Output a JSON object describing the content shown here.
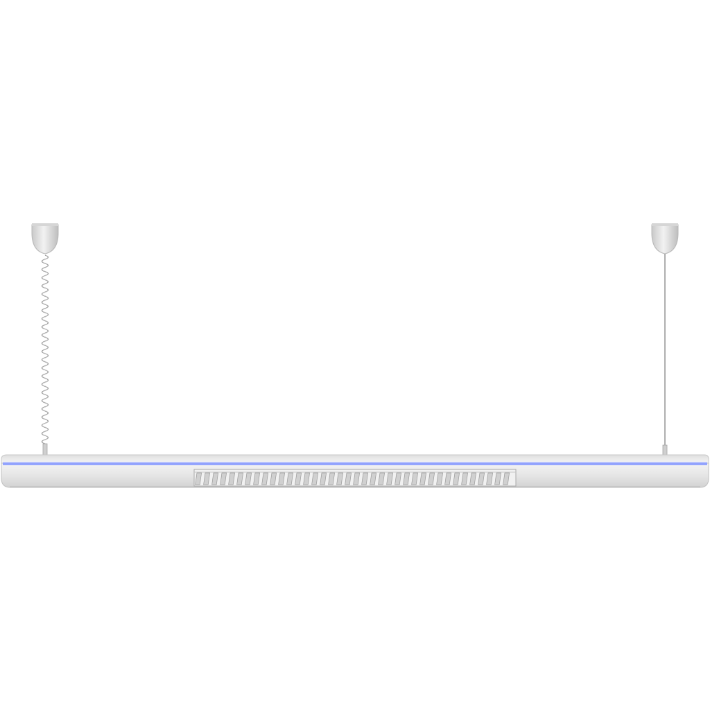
{
  "scene": {
    "subject": "suspended-linear-luminaire",
    "background_color": "#ffffff",
    "colors": {
      "housing": "#e6e6e6",
      "housing_shadow": "#cfcfcf",
      "housing_highlight": "#f7f7f7",
      "accent_strip": "#8a9cff",
      "louver": "#bdbdbd",
      "louver_dark": "#9a9a9a",
      "canopy": "#dcdcdc",
      "cable": "#8c8c8c"
    },
    "suspension": {
      "left": "coiled-cable",
      "right": "straight-cable"
    },
    "louver_blade_count": 38
  }
}
